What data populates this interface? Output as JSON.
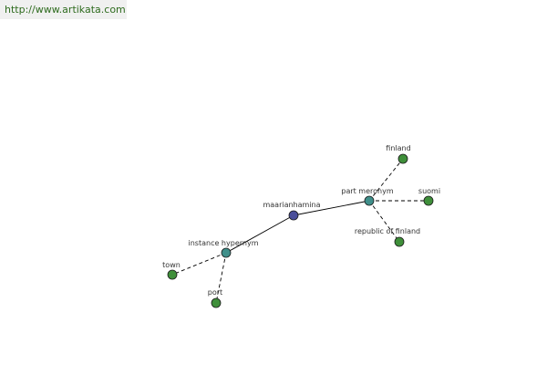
{
  "banner": {
    "url": "http://www.artikata.com"
  },
  "graph": {
    "nodes": [
      {
        "id": "center",
        "label": "maarianhamina",
        "kind": "center"
      },
      {
        "id": "meronym",
        "label": "part meronym",
        "kind": "relation"
      },
      {
        "id": "hyper",
        "label": "instance hypernym",
        "kind": "relation"
      },
      {
        "id": "finland",
        "label": "finland",
        "kind": "leaf"
      },
      {
        "id": "suomi",
        "label": "suomi",
        "kind": "leaf"
      },
      {
        "id": "rof",
        "label": "republic of finland",
        "kind": "leaf"
      },
      {
        "id": "town",
        "label": "town",
        "kind": "leaf"
      },
      {
        "id": "port",
        "label": "port",
        "kind": "leaf"
      }
    ],
    "edges": [
      {
        "from": "center",
        "to": "meronym",
        "style": "solid"
      },
      {
        "from": "center",
        "to": "hyper",
        "style": "solid"
      },
      {
        "from": "meronym",
        "to": "finland",
        "style": "dashed"
      },
      {
        "from": "meronym",
        "to": "suomi",
        "style": "dashed"
      },
      {
        "from": "meronym",
        "to": "rof",
        "style": "dashed"
      },
      {
        "from": "hyper",
        "to": "town",
        "style": "dashed"
      },
      {
        "from": "hyper",
        "to": "port",
        "style": "dashed"
      }
    ],
    "colors": {
      "center": "#4b4f9a",
      "relation": "#3f8f8a",
      "leaf": "#3f8f3a",
      "edge": "#000000"
    }
  }
}
